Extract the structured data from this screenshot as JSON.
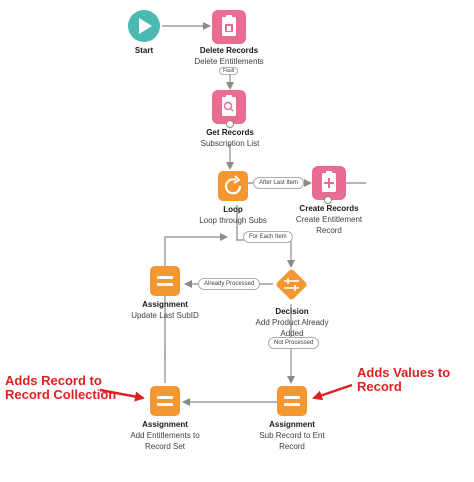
{
  "start": {
    "title": "Start"
  },
  "delete_records": {
    "title": "Delete Records",
    "subtitle": "Delete Entitlements",
    "fault_label": "Fault"
  },
  "get_records": {
    "title": "Get Records",
    "subtitle": "Subscription List"
  },
  "loop": {
    "title": "Loop",
    "subtitle": "Loop through Subs"
  },
  "create_records": {
    "title": "Create Records",
    "subtitle_line1": "Create Entitlement",
    "subtitle_line2": "Record"
  },
  "connectors": {
    "after_last_item": "After Last Item",
    "for_each_item": "For Each Item",
    "already_processed": "Already Processed",
    "not_processed": "Not Processed"
  },
  "assignment_update": {
    "title": "Assignment",
    "subtitle": "Update Last SubID"
  },
  "decision": {
    "title": "Decision",
    "subtitle_line1": "Add Product Already",
    "subtitle_line2": "Added"
  },
  "assignment_add": {
    "title": "Assignment",
    "subtitle_line1": "Add Entitlements to",
    "subtitle_line2": "Record Set"
  },
  "assignment_sub": {
    "title": "Assignment",
    "subtitle_line1": "Sub Record to Ent",
    "subtitle_line2": "Record"
  },
  "annotations": {
    "left_line1": "Adds Record to",
    "left_line2": "Record Collection",
    "right_line1": "Adds Values to",
    "right_line2": "Record"
  },
  "colors": {
    "start": "#4bb9b1",
    "data_element": "#e96d91",
    "loop": "#f59731",
    "assignment": "#f59731",
    "decision": "#f59731",
    "connector": "#8a8a8a",
    "annotation": "#e02020"
  },
  "icons": {
    "start": "play-icon",
    "delete": "clipboard-delete-icon",
    "get": "clipboard-search-icon",
    "loop": "loop-icon",
    "create": "clipboard-add-icon",
    "assignment": "equals-icon",
    "decision": "decision-icon"
  }
}
